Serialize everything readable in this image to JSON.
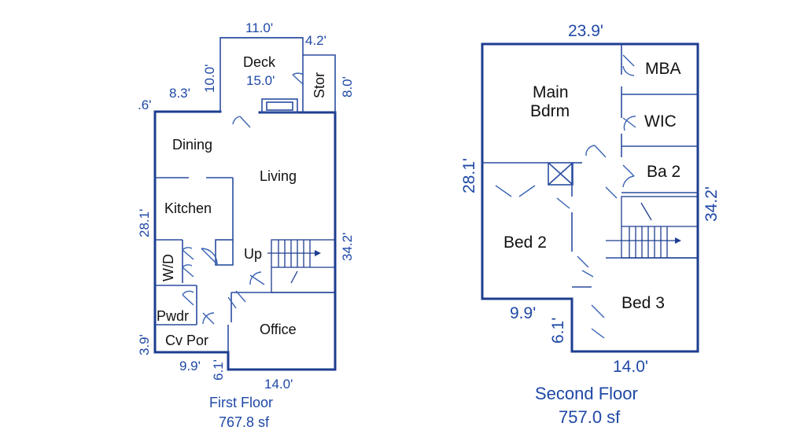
{
  "colors": {
    "wall": "#1d3d8f",
    "dimension_text": "#1f48a6",
    "room_text": "#111111",
    "background": "#ffffff"
  },
  "first_floor": {
    "title": "First Floor",
    "area": "767.8 sf",
    "rooms": {
      "deck": "Deck",
      "stor": "Stor",
      "dining": "Dining",
      "living": "Living",
      "kitchen": "Kitchen",
      "wd": "W/D",
      "up": "Up",
      "pwdr": "Pwdr",
      "cv_por": "Cv Por",
      "office": "Office"
    },
    "dimensions": {
      "deck_width": "11.0'",
      "stor_width": "4.2'",
      "deck_depth": "10.0'",
      "deck_inner": "15.0'",
      "stor_depth": "8.0'",
      "left_top": "8.3'",
      "left_jog": ".6'",
      "left_side": "28.1'",
      "right_side": "34.2'",
      "porch_depth": "3.9'",
      "porch_width": "9.9'",
      "porch_jog": "6.1'",
      "bottom": "14.0'"
    }
  },
  "second_floor": {
    "title": "Second Floor",
    "area": "757.0 sf",
    "rooms": {
      "main_bdrm_1": "Main",
      "main_bdrm_2": "Bdrm",
      "mba": "MBA",
      "wic": "WIC",
      "ba2": "Ba 2",
      "bed2": "Bed 2",
      "bed3": "Bed 3"
    },
    "dimensions": {
      "top": "23.9'",
      "left_side": "28.1'",
      "right_side": "34.2'",
      "step_width": "9.9'",
      "step_depth": "6.1'",
      "bottom": "14.0'"
    }
  }
}
